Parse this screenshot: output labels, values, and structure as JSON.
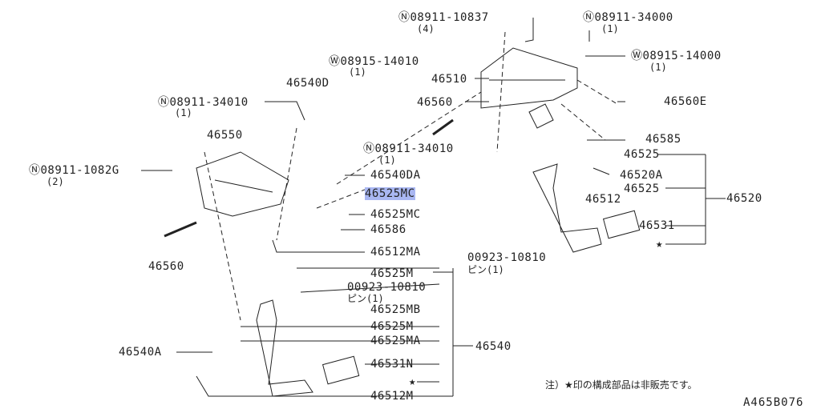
{
  "labels": [
    "Ⓝ08911-10837",
    "(4)",
    "Ⓝ08911-34000",
    "(1)",
    "Ⓦ08915-14000",
    "(1)",
    "Ⓦ08915-14010",
    "(1)",
    "46540D",
    "46510",
    "46560",
    "46560E",
    "Ⓝ08911-34010",
    "(1)",
    "Ⓝ08911-34010",
    "(1)",
    "46550",
    "46585",
    "46525",
    "Ⓝ08911-1082G",
    "(2)",
    "46540DA",
    "46520A",
    "46525MC",
    "46512",
    "46525",
    "46520",
    "46525MC",
    "46586",
    "46531",
    "★",
    "46560",
    "46512MA",
    "00923-10810",
    "ピン(1)",
    "46525M",
    "00923-10810",
    "ピン(1)",
    "46525MB",
    "46540A",
    "46525M",
    "46525MA",
    "46540",
    "46531N",
    "★",
    "46512M"
  ],
  "note": "注）★印の構成部品は非販売です。",
  "diagram_code": "A465B076",
  "highlight_color": "#a9b7f2"
}
